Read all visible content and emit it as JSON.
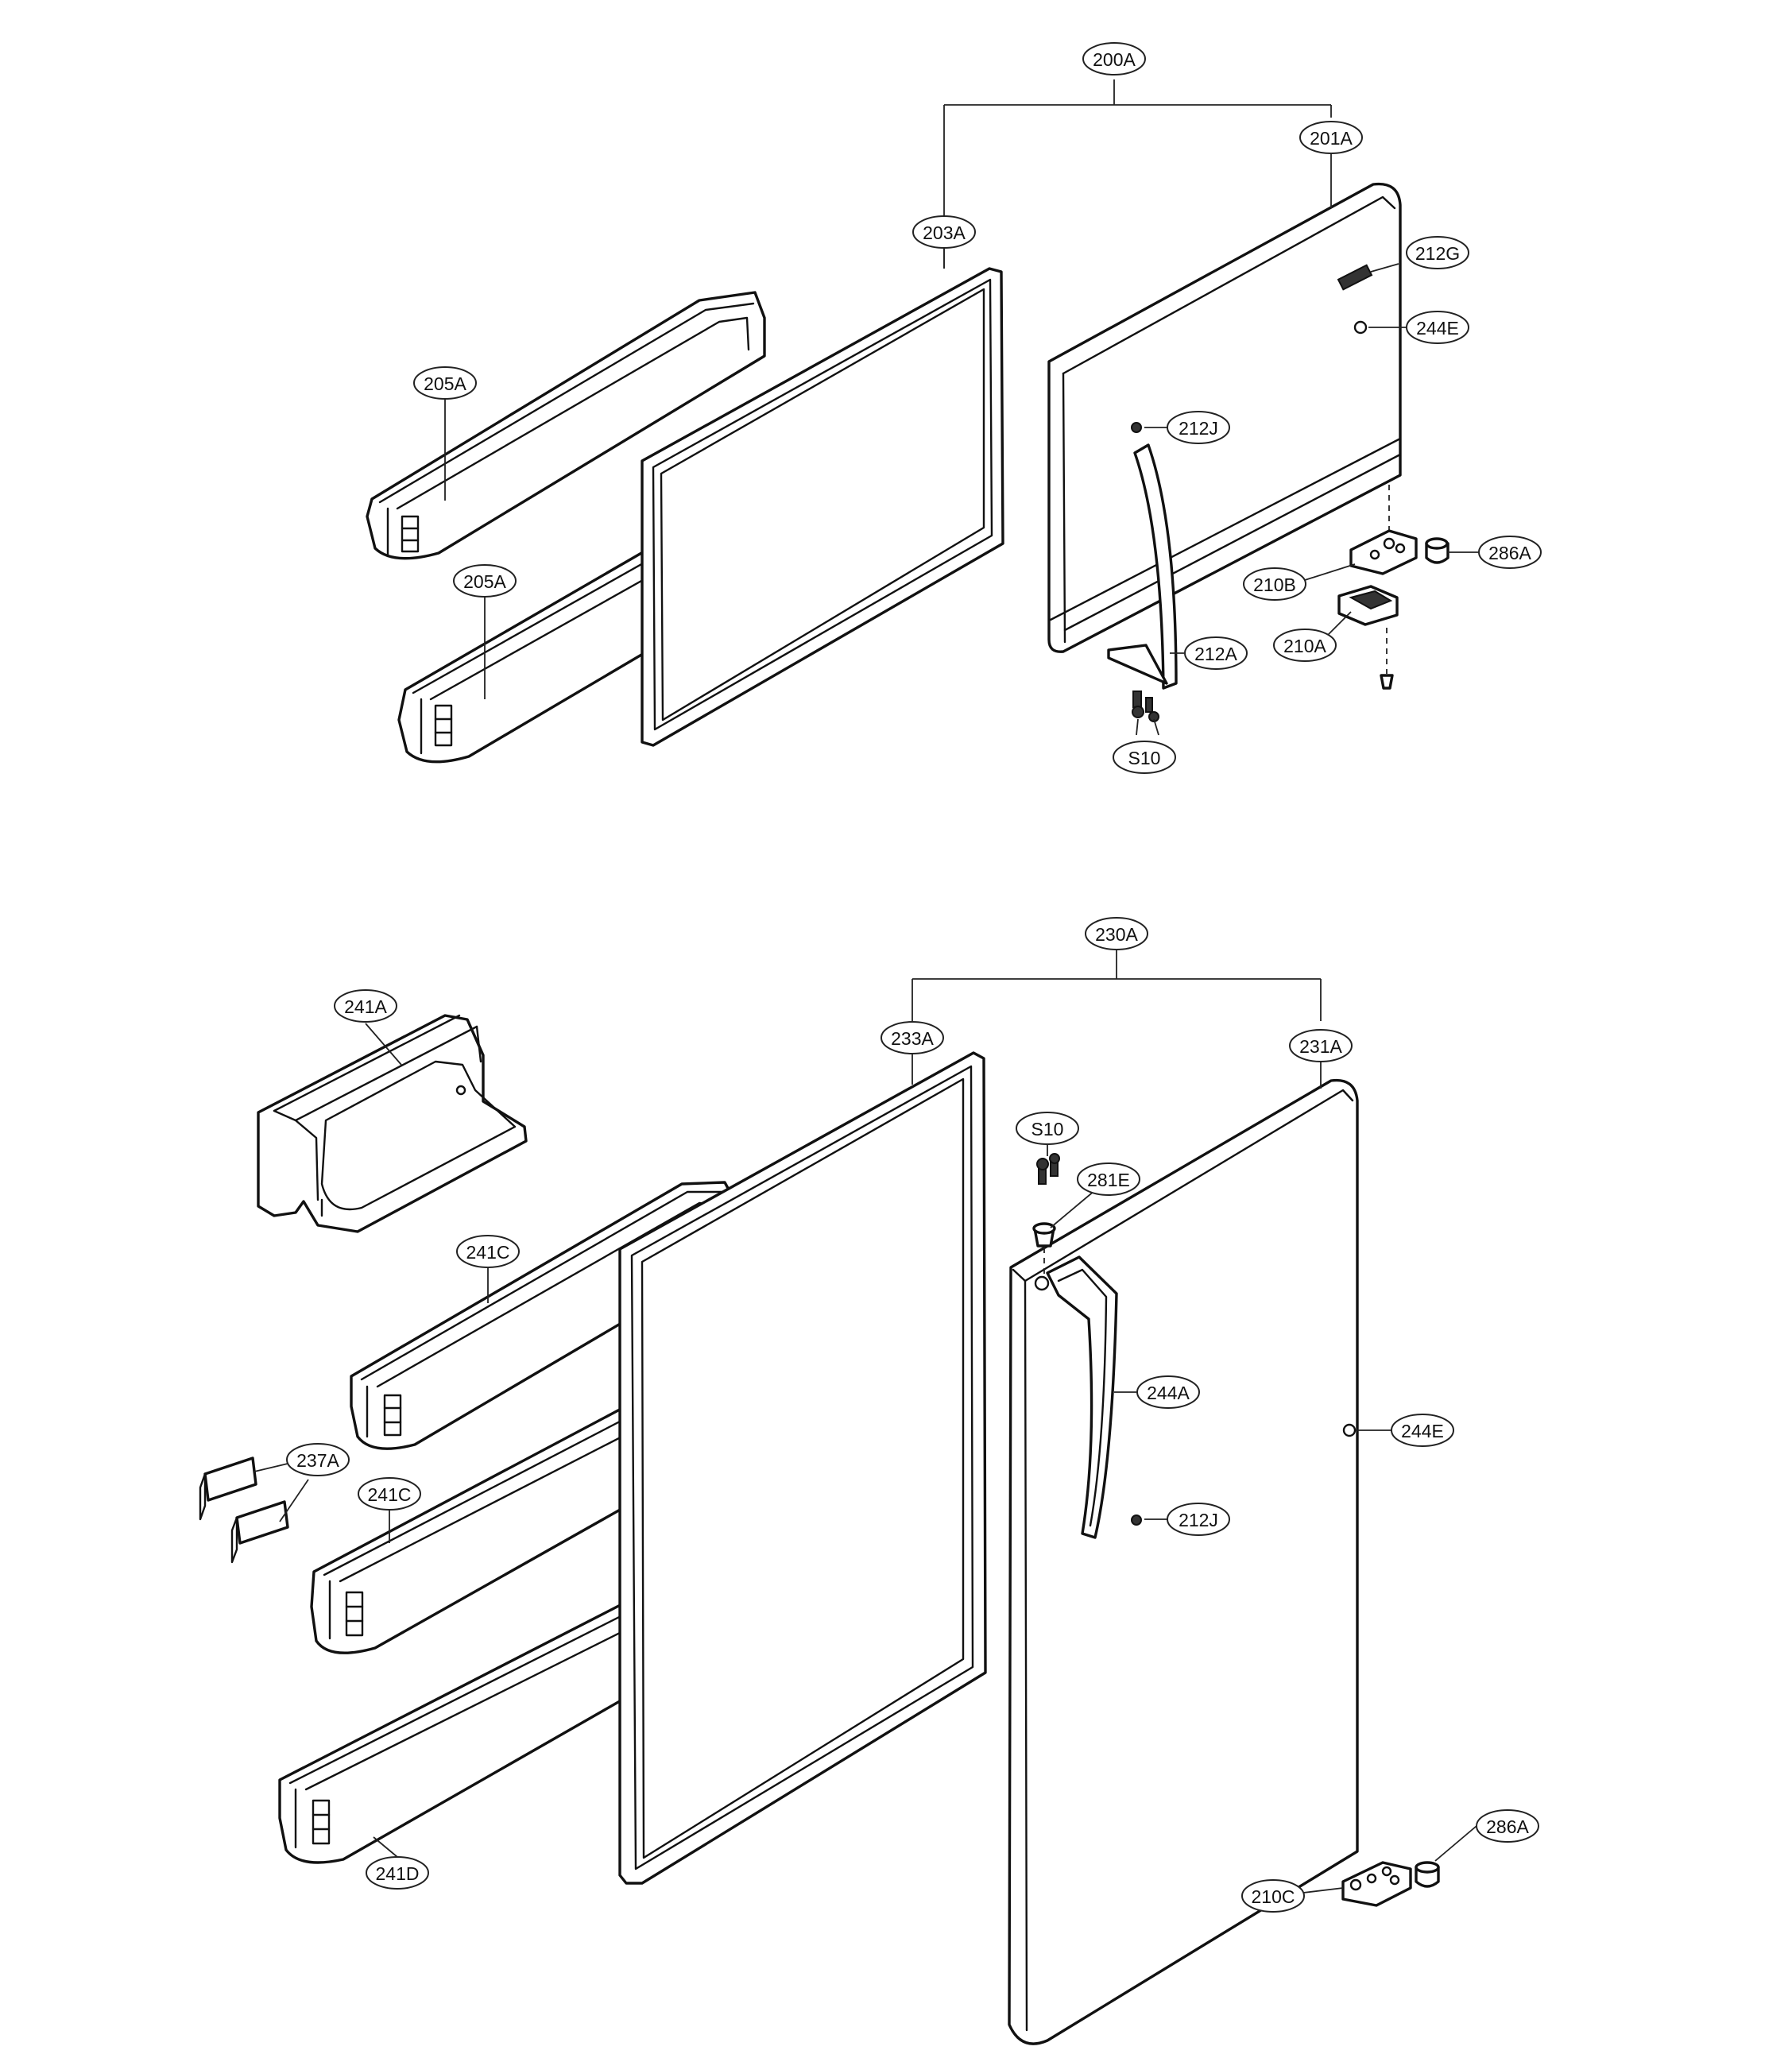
{
  "callouts": {
    "c200A": "200A",
    "c201A": "201A",
    "c203A": "203A",
    "c212G": "212G",
    "c244E_top": "244E",
    "c205A_1": "205A",
    "c205A_2": "205A",
    "c212J_top": "212J",
    "c286A_top": "286A",
    "c210B": "210B",
    "c210A": "210A",
    "c212A": "212A",
    "cS10_top": "S10",
    "c230A": "230A",
    "c241A": "241A",
    "c233A": "233A",
    "c231A": "231A",
    "cS10_bottom": "S10",
    "c281E": "281E",
    "c241C_1": "241C",
    "c244A": "244A",
    "c244E_bottom": "244E",
    "c237A": "237A",
    "c241C_2": "241C",
    "c212J_bottom": "212J",
    "c241D": "241D",
    "c286A_bottom": "286A",
    "c210C": "210C"
  }
}
